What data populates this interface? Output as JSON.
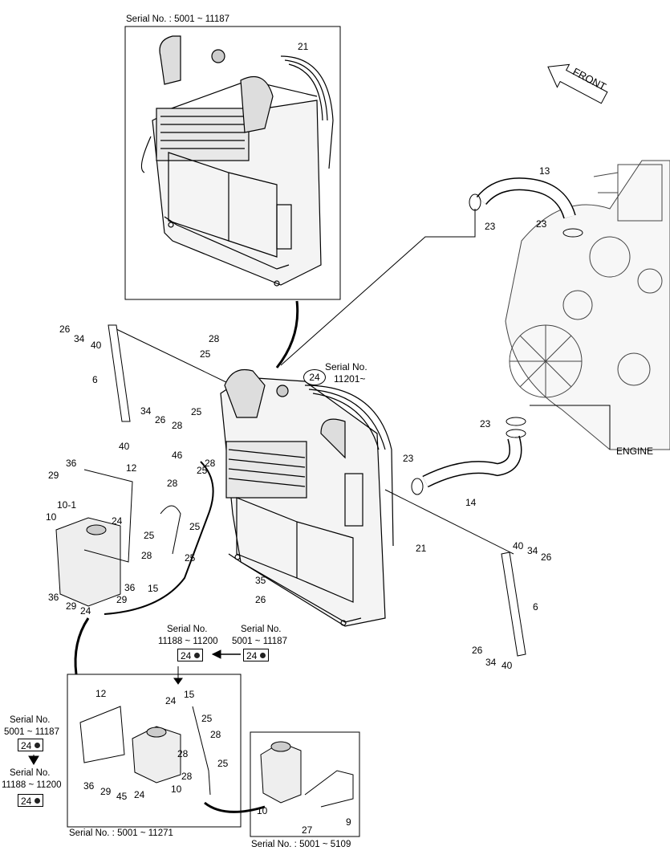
{
  "top_box": {
    "serial": "Serial No. : 5001 ~ 11187",
    "part": "21"
  },
  "front_label": "FRONT",
  "engine_label": "ENGINE",
  "main_serial": {
    "line1": "Serial No.",
    "line2": "11201~",
    "part": "24"
  },
  "callouts": [
    {
      "id": "c13",
      "text": "13"
    },
    {
      "id": "c23a",
      "text": "23"
    },
    {
      "id": "c23b",
      "text": "23"
    },
    {
      "id": "c23c",
      "text": "23"
    },
    {
      "id": "c23d",
      "text": "23"
    },
    {
      "id": "c14",
      "text": "14"
    },
    {
      "id": "c21m",
      "text": "21"
    },
    {
      "id": "c26a",
      "text": "26"
    },
    {
      "id": "c34a",
      "text": "34"
    },
    {
      "id": "c40a",
      "text": "40"
    },
    {
      "id": "c6a",
      "text": "6"
    },
    {
      "id": "c34b",
      "text": "34"
    },
    {
      "id": "c26b",
      "text": "26"
    },
    {
      "id": "c40b",
      "text": "40"
    },
    {
      "id": "c28a",
      "text": "28"
    },
    {
      "id": "c25a",
      "text": "25"
    },
    {
      "id": "c25b",
      "text": "25"
    },
    {
      "id": "c28b",
      "text": "28"
    },
    {
      "id": "c46",
      "text": "46"
    },
    {
      "id": "c25c",
      "text": "25"
    },
    {
      "id": "c28c",
      "text": "28"
    },
    {
      "id": "c28d",
      "text": "28"
    },
    {
      "id": "c25d",
      "text": "25"
    },
    {
      "id": "c25e",
      "text": "25"
    },
    {
      "id": "c28e",
      "text": "28"
    },
    {
      "id": "c25f",
      "text": "25"
    },
    {
      "id": "c15",
      "text": "15"
    },
    {
      "id": "c12",
      "text": "12"
    },
    {
      "id": "c36a",
      "text": "36"
    },
    {
      "id": "c29a",
      "text": "29"
    },
    {
      "id": "c101",
      "text": "10-1"
    },
    {
      "id": "c10",
      "text": "10"
    },
    {
      "id": "c24a",
      "text": "24"
    },
    {
      "id": "c36b",
      "text": "36"
    },
    {
      "id": "c29b",
      "text": "29"
    },
    {
      "id": "c36c",
      "text": "36"
    },
    {
      "id": "c29c",
      "text": "29"
    },
    {
      "id": "c24b",
      "text": "24"
    },
    {
      "id": "c35",
      "text": "35"
    },
    {
      "id": "c26c",
      "text": "26"
    },
    {
      "id": "c40c",
      "text": "40"
    },
    {
      "id": "c34c",
      "text": "34"
    },
    {
      "id": "c26d",
      "text": "26"
    },
    {
      "id": "c6b",
      "text": "6"
    },
    {
      "id": "c26e",
      "text": "26"
    },
    {
      "id": "c34d",
      "text": "34"
    },
    {
      "id": "c40d",
      "text": "40"
    }
  ],
  "serial_boxes": {
    "a": {
      "line1": "Serial No.",
      "line2": "11188 ~ 11200",
      "part": "24"
    },
    "b": {
      "line1": "Serial No.",
      "line2": "5001 ~ 11187",
      "part": "24"
    },
    "c": {
      "line1": "Serial No.",
      "line2": "5001 ~ 11187",
      "part": "24"
    },
    "d": {
      "line1": "Serial No.",
      "line2": "11188 ~ 11200",
      "part": "24"
    }
  },
  "inset_left": {
    "serial": "Serial No. : 5001 ~ 11271",
    "labels": {
      "l12": "12",
      "l15": "15",
      "l24": "24",
      "l25a": "25",
      "l28a": "28",
      "l28b": "28",
      "l25b": "25",
      "l28c": "28",
      "l36": "36",
      "l29": "29",
      "l45": "45",
      "l24b": "24",
      "l10": "10"
    }
  },
  "inset_right": {
    "serial": "Serial No. : 5001 ~ 5109",
    "labels": {
      "l10": "10",
      "l27": "27",
      "l9": "9"
    }
  }
}
